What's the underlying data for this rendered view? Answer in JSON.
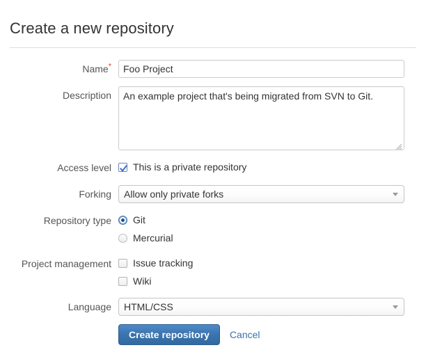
{
  "header": {
    "title": "Create a new repository"
  },
  "form": {
    "name": {
      "label": "Name",
      "required_marker": "*",
      "value": "Foo Project",
      "placeholder": ""
    },
    "description": {
      "label": "Description",
      "value": "An example project that's being migrated from SVN to Git.",
      "placeholder": ""
    },
    "access_level": {
      "label": "Access level",
      "checkbox_label": "This is a private repository",
      "checked": true
    },
    "forking": {
      "label": "Forking",
      "selected": "Allow only private forks",
      "options": [
        "Allow only private forks"
      ]
    },
    "repository_type": {
      "label": "Repository type",
      "options": [
        {
          "label": "Git",
          "selected": true
        },
        {
          "label": "Mercurial",
          "selected": false
        }
      ]
    },
    "project_management": {
      "label": "Project management",
      "options": [
        {
          "label": "Issue tracking",
          "checked": false
        },
        {
          "label": "Wiki",
          "checked": false
        }
      ]
    },
    "language": {
      "label": "Language",
      "selected": "HTML/CSS",
      "options": [
        "HTML/CSS"
      ]
    }
  },
  "actions": {
    "submit_label": "Create repository",
    "cancel_label": "Cancel"
  },
  "colors": {
    "primary_button": "#3a74b0",
    "link": "#3572b0",
    "required_star": "#d04437",
    "label_text": "#555555",
    "body_text": "#333333",
    "border": "#cccccc"
  }
}
